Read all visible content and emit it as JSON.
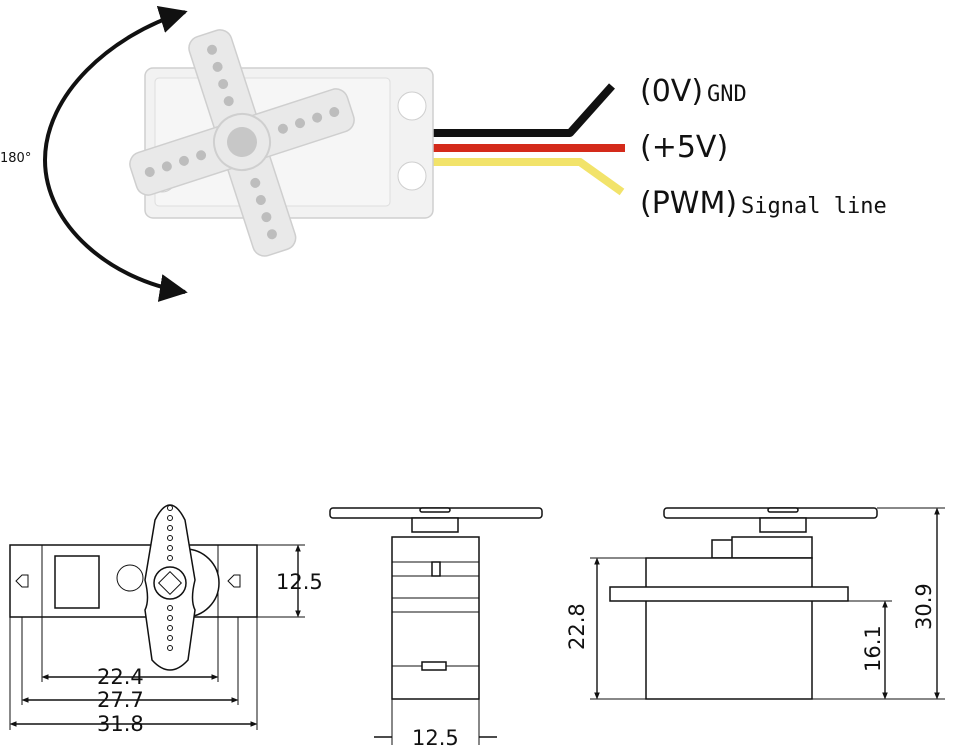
{
  "rotation": {
    "angle_label": "180°"
  },
  "wires": [
    {
      "prefix": "(0V)",
      "name": "GND",
      "color": "#111111"
    },
    {
      "prefix": "(+5V)",
      "name": "",
      "color": "#d42a1a"
    },
    {
      "prefix": "(PWM)",
      "name": "Signal line",
      "color": "#f2e36a"
    }
  ],
  "colors": {
    "body": "#f2f2f2",
    "horn": "#e9e9e9",
    "line": "#111111"
  },
  "dimensions": {
    "front_height": "12.5",
    "hole_spacing": "22.4",
    "body_length": "27.7",
    "total_length": "31.8",
    "side_width": "12.5",
    "body_height": "22.8",
    "tab_height": "16.1",
    "total_height": "30.9"
  }
}
